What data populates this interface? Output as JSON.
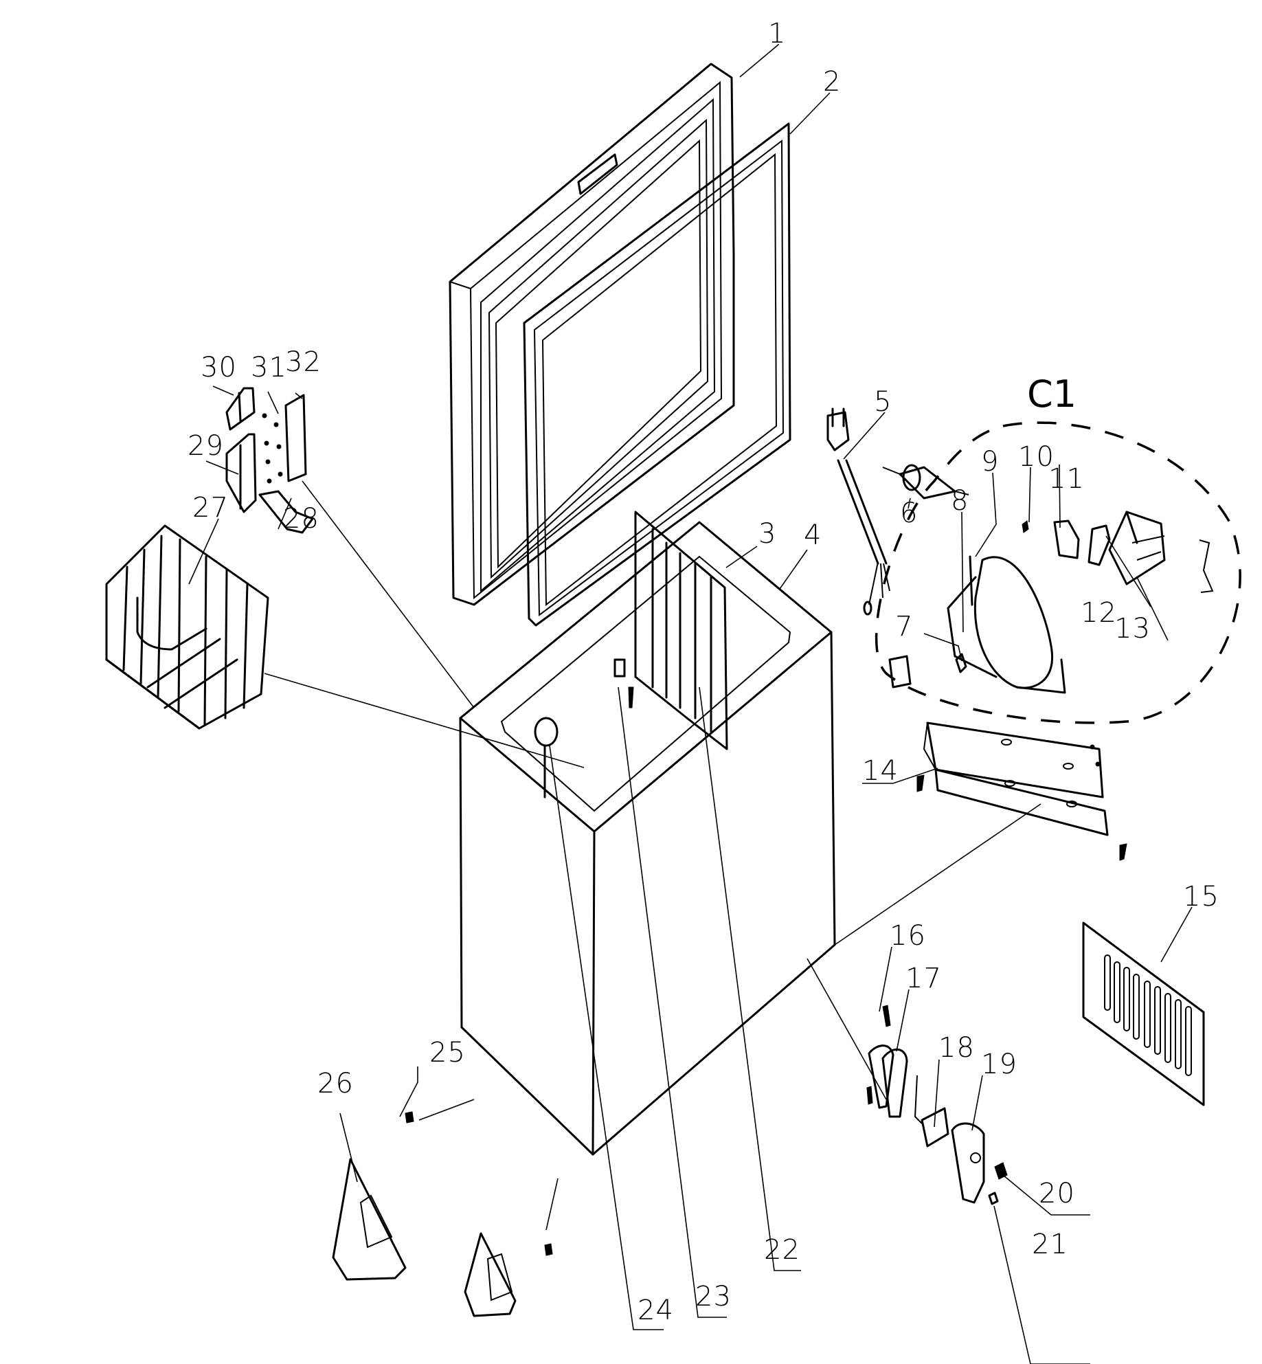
{
  "diagram": {
    "type": "exploded parts diagram",
    "subject": "chest freezer",
    "group_label": "C1",
    "callouts": [
      {
        "id": "1",
        "label": "1"
      },
      {
        "id": "2",
        "label": "2"
      },
      {
        "id": "3",
        "label": "3"
      },
      {
        "id": "4",
        "label": "4"
      },
      {
        "id": "5",
        "label": "5"
      },
      {
        "id": "6",
        "label": "6"
      },
      {
        "id": "7",
        "label": "7"
      },
      {
        "id": "8",
        "label": "8"
      },
      {
        "id": "9",
        "label": "9"
      },
      {
        "id": "10",
        "label": "10"
      },
      {
        "id": "11",
        "label": "11"
      },
      {
        "id": "12",
        "label": "12"
      },
      {
        "id": "13",
        "label": "13"
      },
      {
        "id": "14",
        "label": "14"
      },
      {
        "id": "15",
        "label": "15"
      },
      {
        "id": "16",
        "label": "16"
      },
      {
        "id": "17",
        "label": "17"
      },
      {
        "id": "18",
        "label": "18"
      },
      {
        "id": "19",
        "label": "19"
      },
      {
        "id": "20",
        "label": "20"
      },
      {
        "id": "21",
        "label": "21"
      },
      {
        "id": "22",
        "label": "22"
      },
      {
        "id": "23",
        "label": "23"
      },
      {
        "id": "24",
        "label": "24"
      },
      {
        "id": "25",
        "label": "25"
      },
      {
        "id": "26",
        "label": "26"
      },
      {
        "id": "27",
        "label": "27"
      },
      {
        "id": "28",
        "label": "28"
      },
      {
        "id": "29",
        "label": "29"
      },
      {
        "id": "30",
        "label": "30"
      },
      {
        "id": "31",
        "label": "31"
      },
      {
        "id": "32",
        "label": "32"
      }
    ]
  }
}
